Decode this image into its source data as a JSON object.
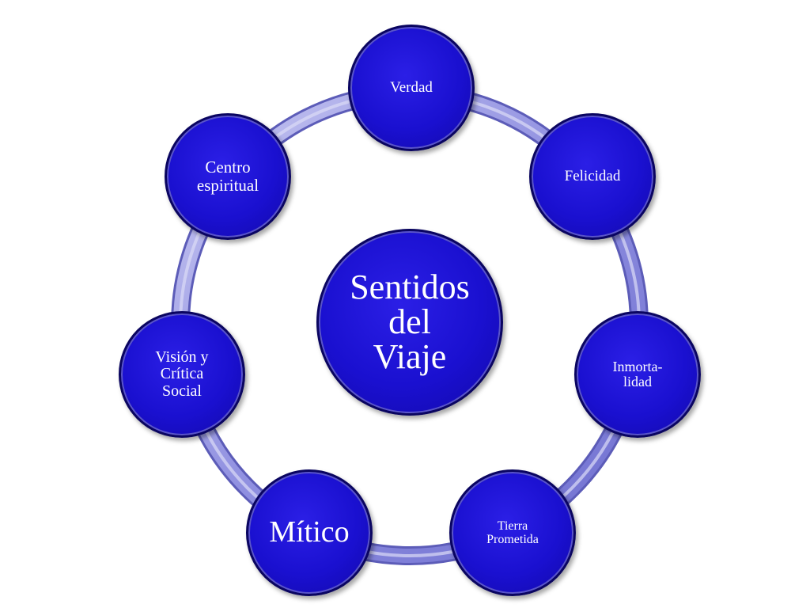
{
  "diagram": {
    "center": {
      "label": "Sentidos\ndel\nViaje"
    },
    "nodes": [
      {
        "id": "verdad",
        "label": "Verdad"
      },
      {
        "id": "felicidad",
        "label": "Felicidad"
      },
      {
        "id": "inmortalidad",
        "label": "Inmorta-\nlidad"
      },
      {
        "id": "tierra-prometida",
        "label": "Tierra\nPrometida"
      },
      {
        "id": "mitico",
        "label": "Mítico"
      },
      {
        "id": "vision-critica-social",
        "label": "Visión y\nCrítica\nSocial"
      },
      {
        "id": "centro-espiritual",
        "label": "Centro\nespiritual"
      }
    ]
  },
  "colors": {
    "node_fill": "#1a10d0",
    "node_border": "#0a0560",
    "ring": "#8f8fe0",
    "text": "#ffffff",
    "background": "#ffffff"
  }
}
